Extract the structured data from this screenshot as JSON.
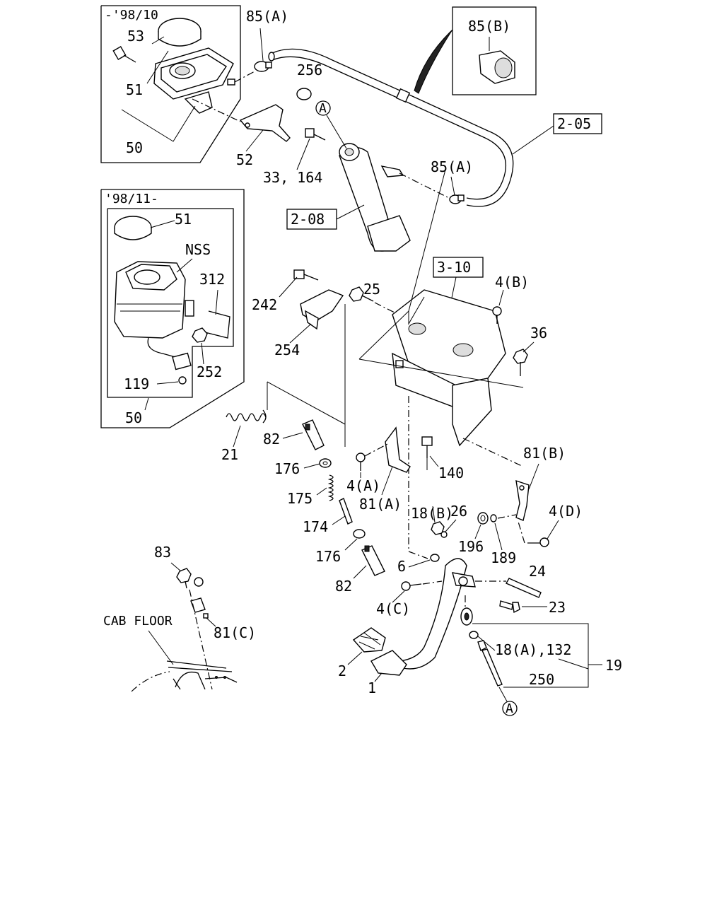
{
  "inset_early": {
    "date": "-'98/10",
    "labels": [
      "53",
      "51",
      "50"
    ]
  },
  "inset_late": {
    "date": "'98/11-",
    "labels": [
      "51",
      "NSS",
      "312",
      "252",
      "119",
      "50"
    ]
  },
  "inset_clip": {
    "label": "85(B)"
  },
  "ref_boxes": [
    "2-05",
    "2-08",
    "3-10"
  ],
  "circle_ref": "A",
  "part_labels": {
    "p85a_top": "85(A)",
    "p256": "256",
    "p52": "52",
    "p33_164": "33, 164",
    "p85a_mid": "85(A)",
    "p25": "25",
    "p242": "242",
    "p254": "254",
    "p4b": "4(B)",
    "p36": "36",
    "p21": "21",
    "p82_top": "82",
    "p176_top": "176",
    "p175": "175",
    "p174": "174",
    "p176_bot": "176",
    "p82_bot": "82",
    "p4a": "4(A)",
    "p81a": "81(A)",
    "p140": "140",
    "p81b": "81(B)",
    "p18b": "18(B)",
    "p26": "26",
    "p196": "196",
    "p189": "189",
    "p4d": "4(D)",
    "p6": "6",
    "p24": "24",
    "p4c": "4(C)",
    "p23": "23",
    "p18a_132": "18(A),132",
    "p19": "19",
    "p250": "250",
    "p2": "2",
    "p1": "1",
    "p83": "83",
    "p81c": "81(C)",
    "cab_floor": "CAB FLOOR"
  }
}
